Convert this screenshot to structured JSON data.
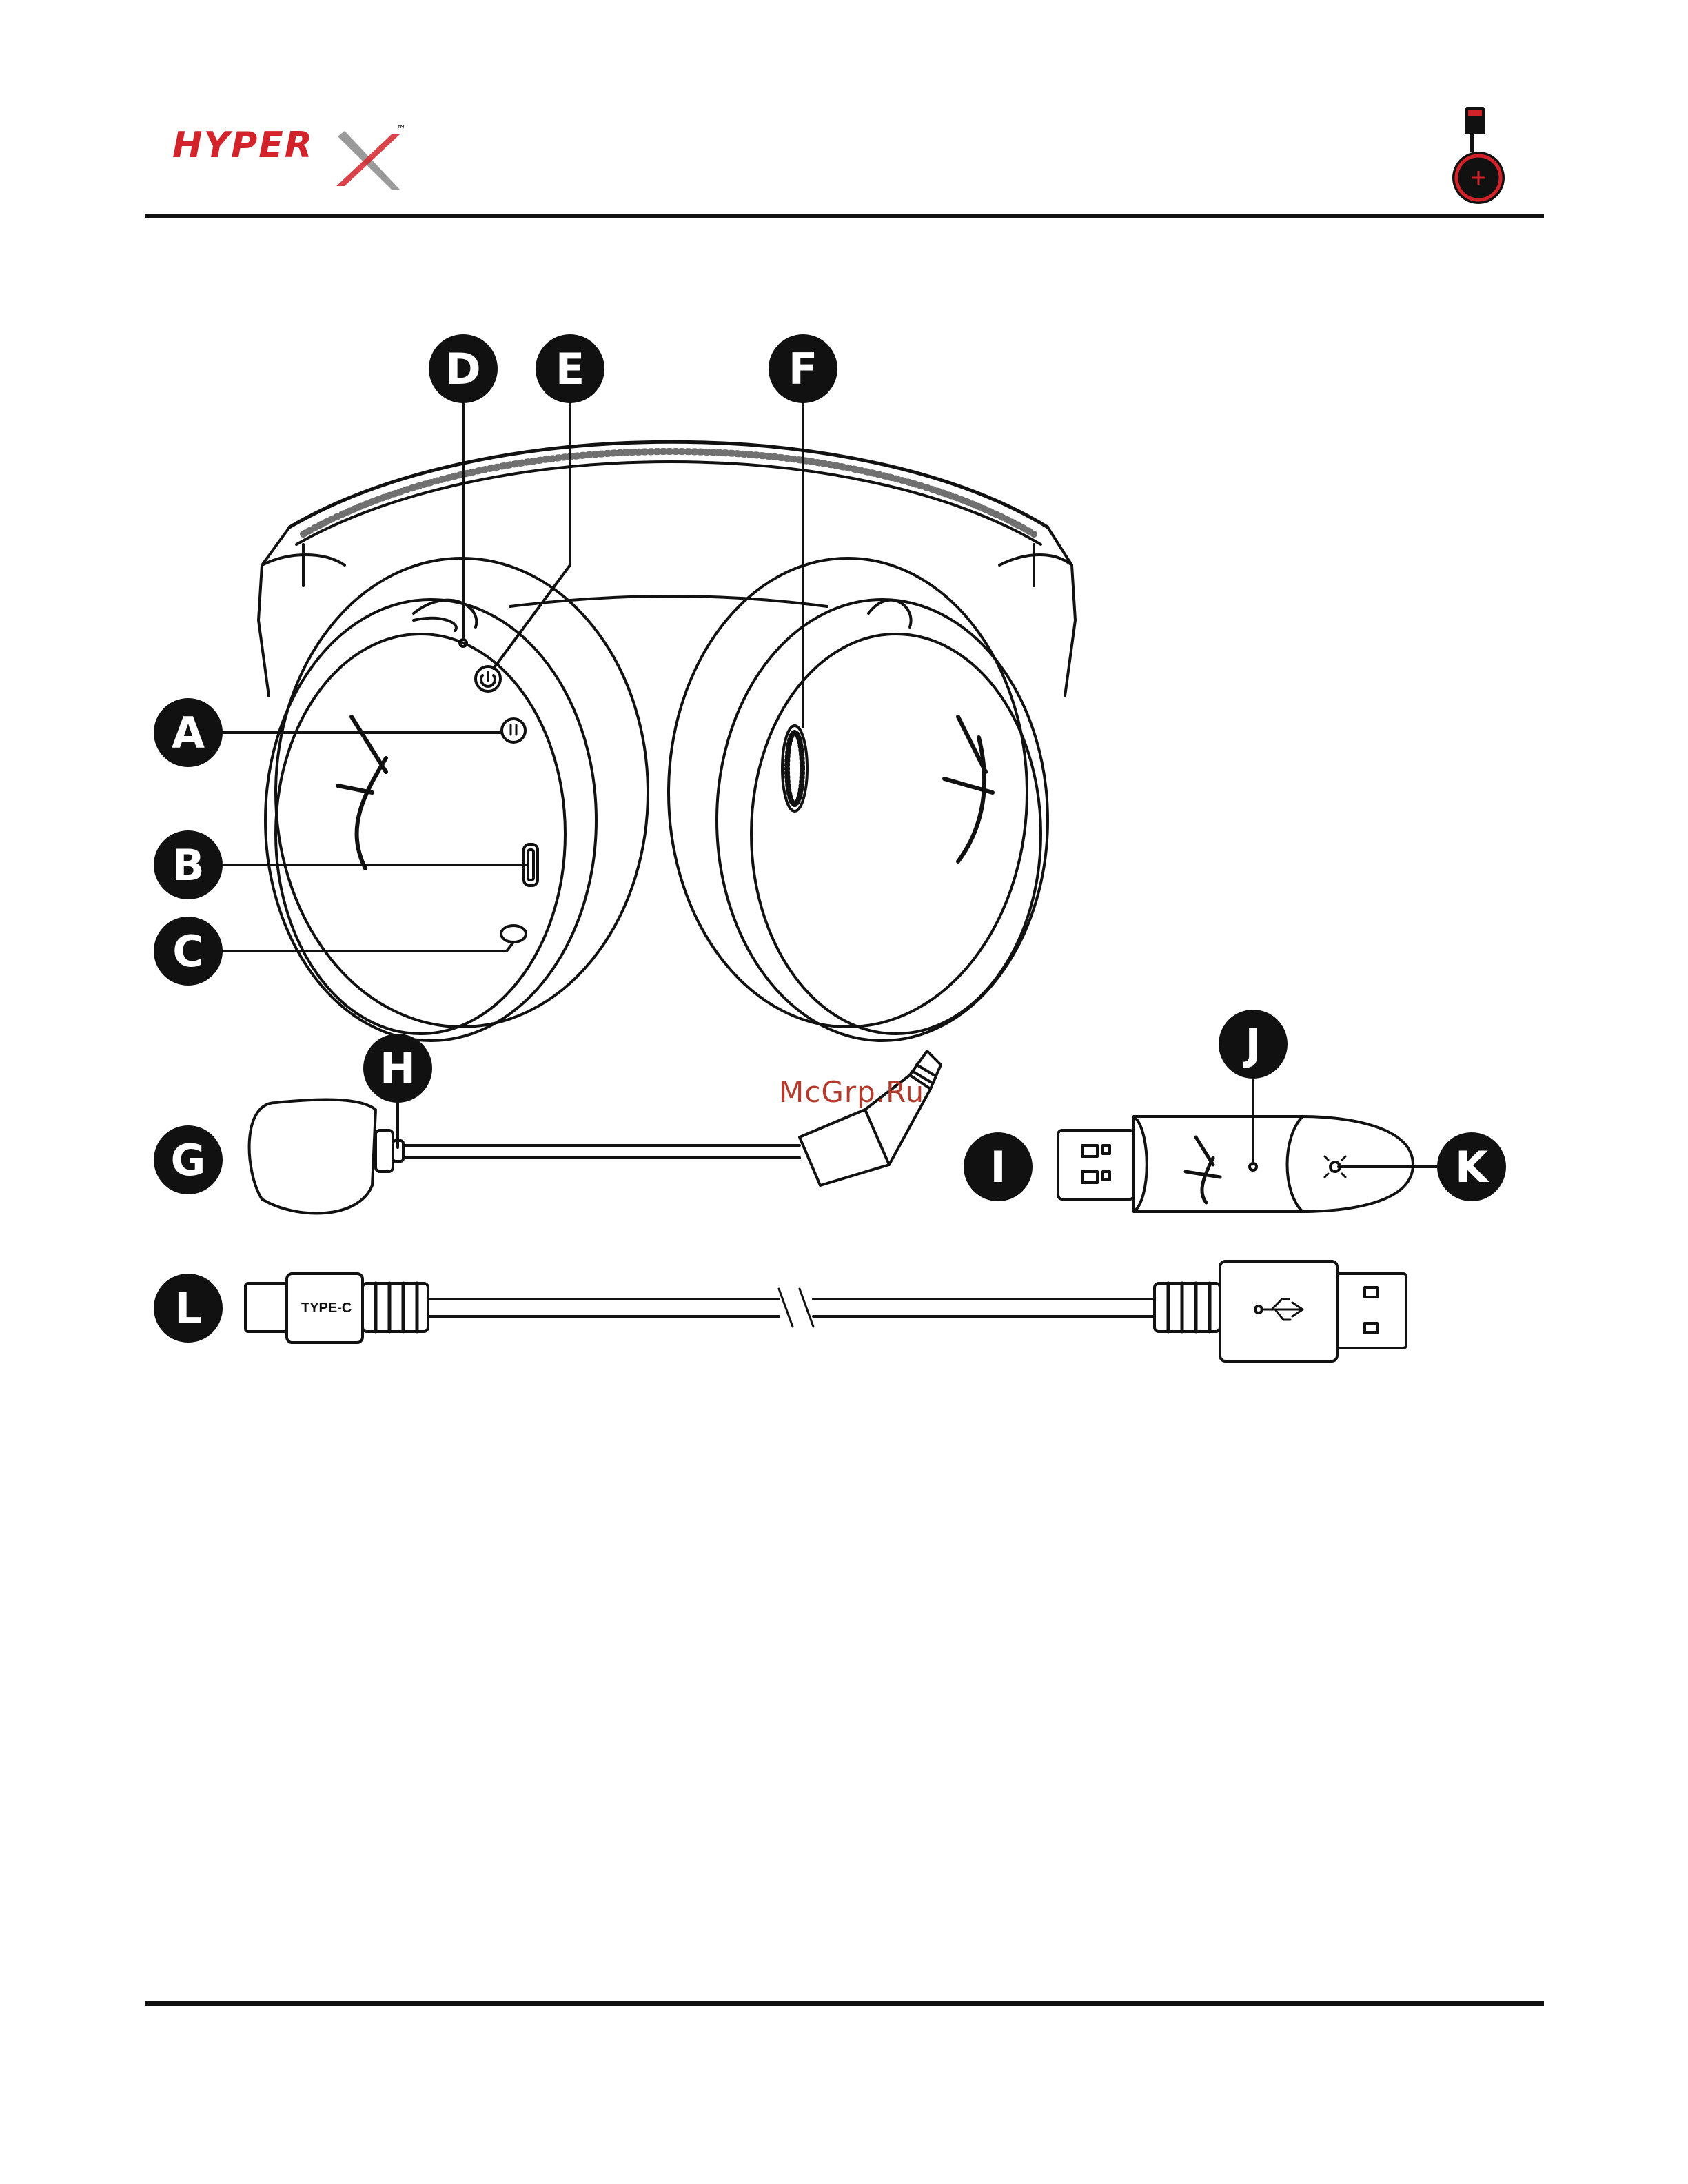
{
  "header": {
    "brand_logo": "HyperX",
    "trademark": "™",
    "thumbnail": "headset-thumbnail"
  },
  "callouts": [
    "A",
    "B",
    "C",
    "D",
    "E",
    "F",
    "G",
    "H",
    "I",
    "J",
    "K",
    "L"
  ],
  "cable_connector_text": "TYPE-C",
  "watermark": "McGrp.Ru",
  "colors": {
    "brand_red": "#d2232a",
    "ink": "#111111"
  }
}
